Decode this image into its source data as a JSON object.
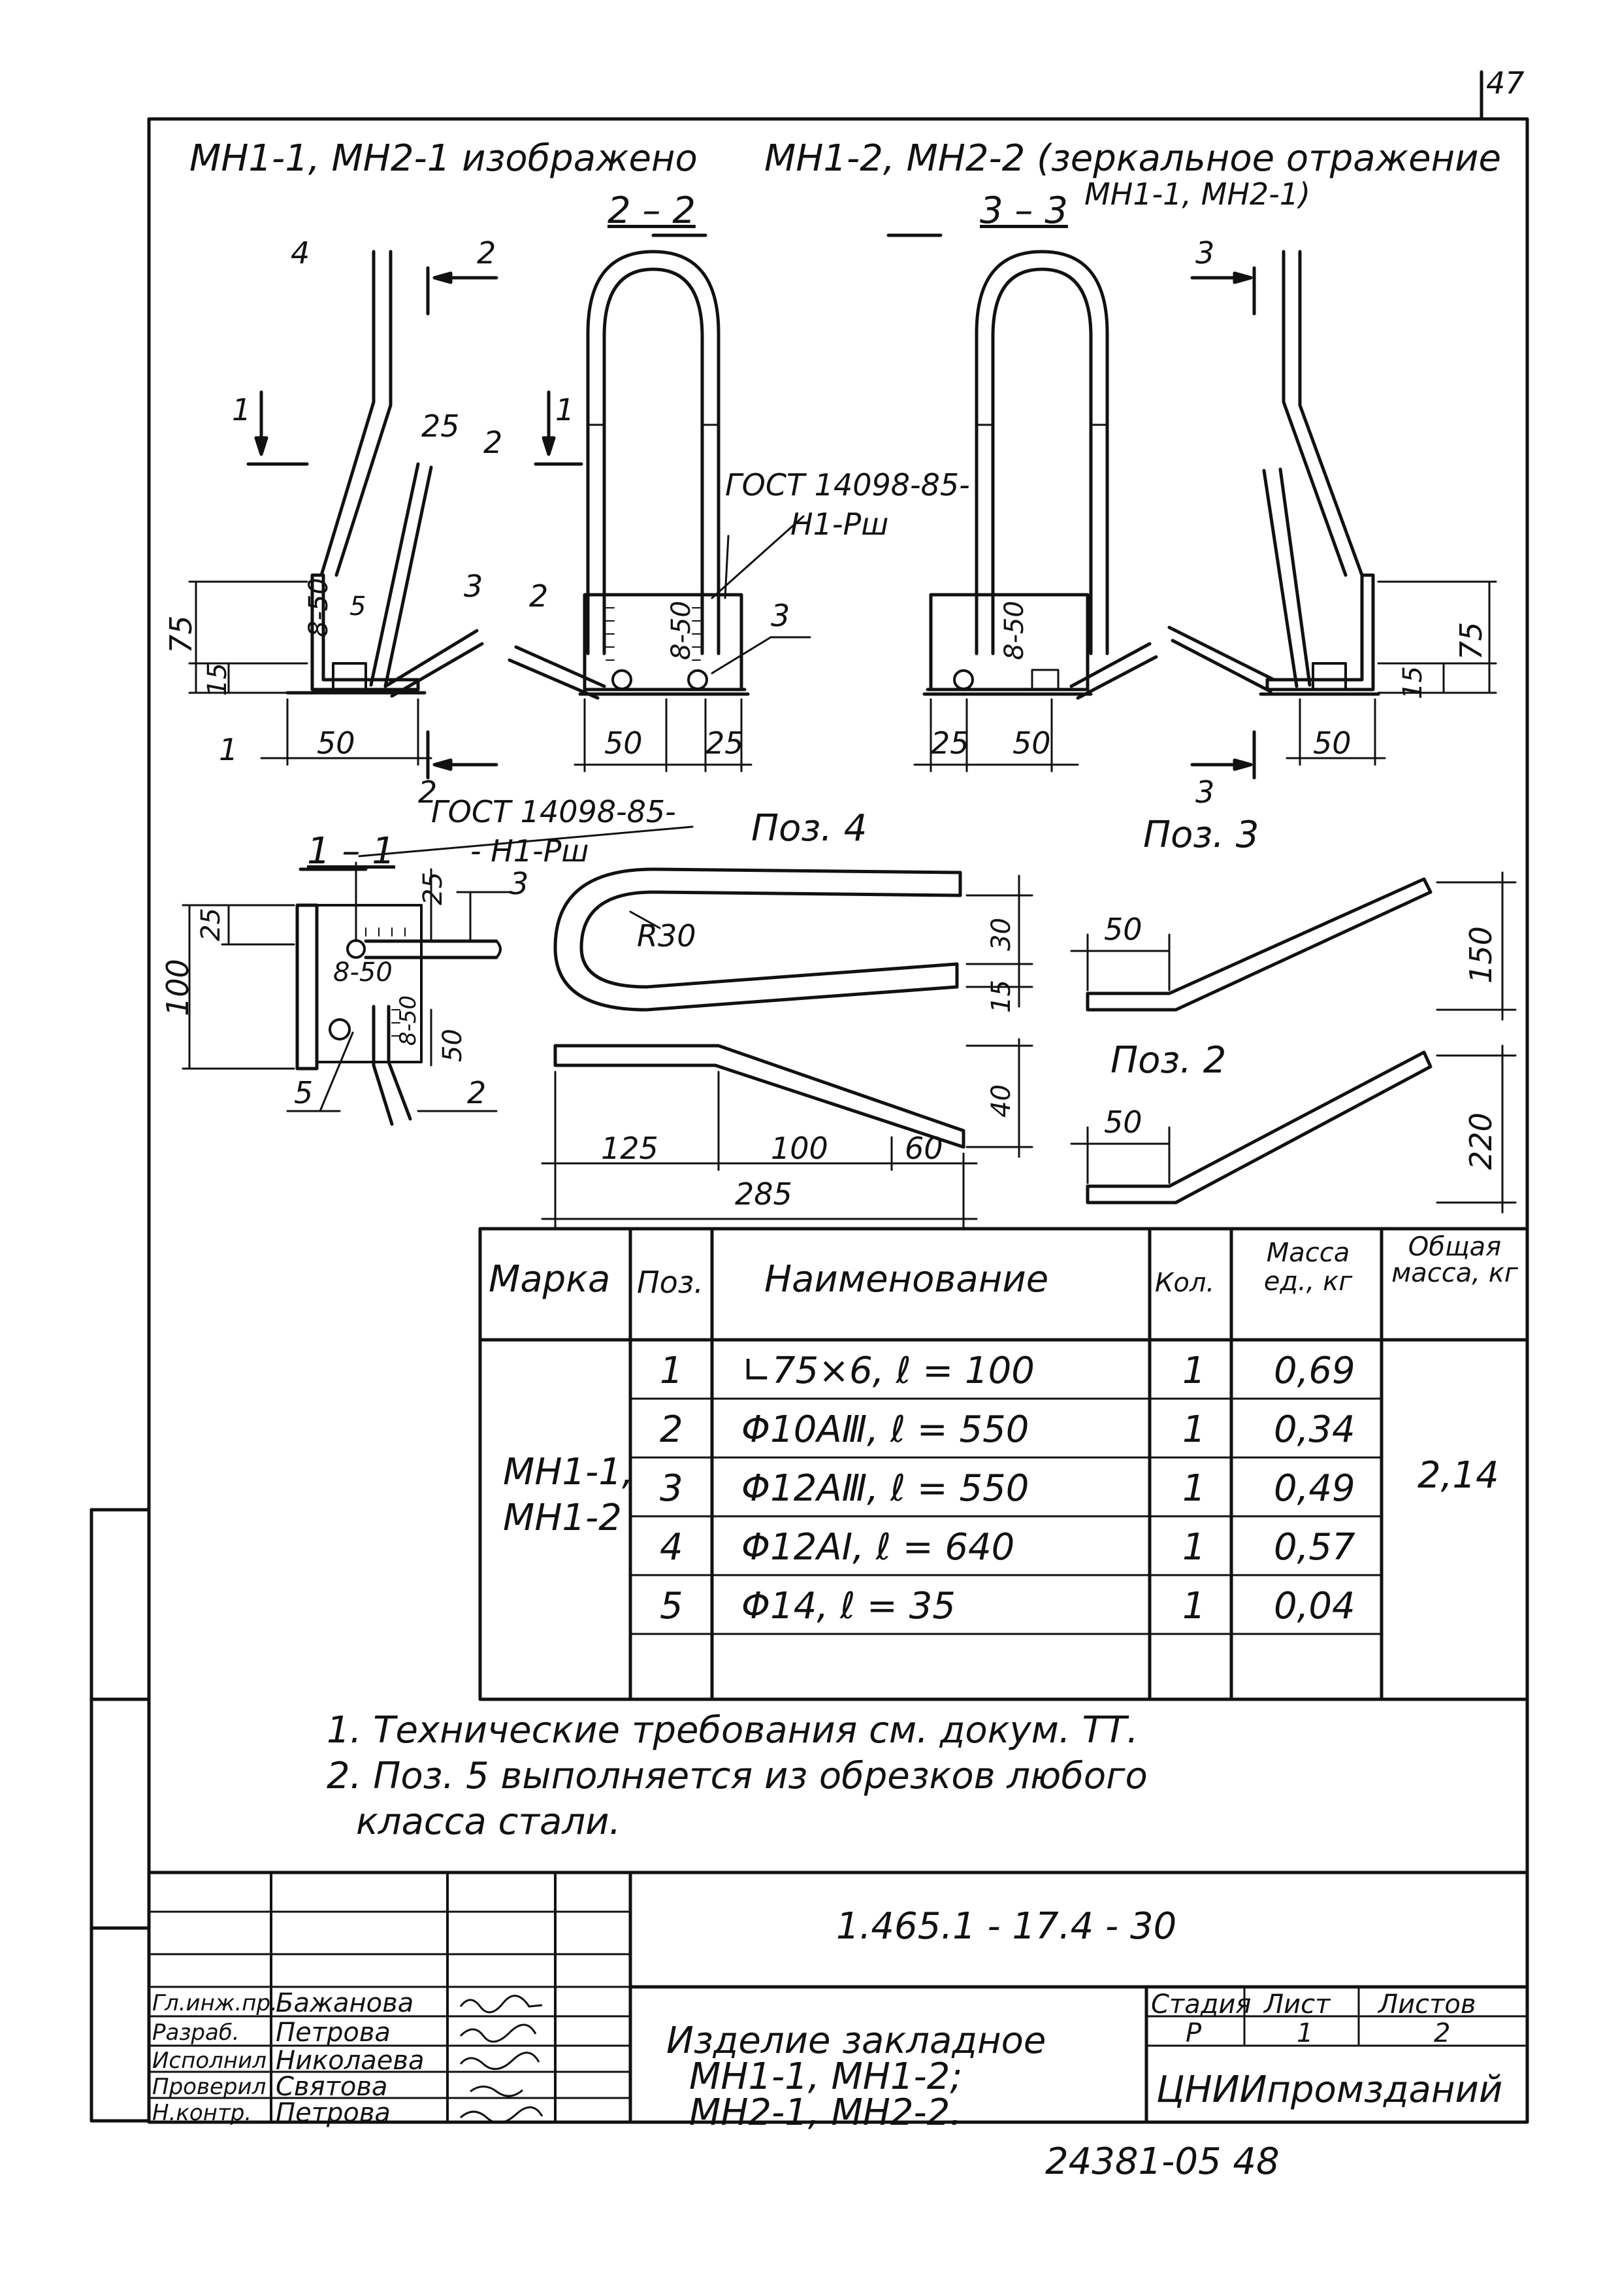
{
  "page_number": "47",
  "header": {
    "left": "МН1-1, МН2-1 изображено",
    "right_line1": "МН1-2, МН2-2 (зеркальное отражение",
    "right_line2": "МН1-1, МН2-1)"
  },
  "sections": {
    "s22": "2 – 2",
    "s33": "3 – 3",
    "s11": "1 – 1",
    "poz4": "Поз. 4",
    "poz3": "Поз. 3",
    "poz2": "Поз. 2"
  },
  "gost_label_a": "ГОСТ 14098-85-",
  "gost_label_b": "Н1-Рш",
  "gost2_label_a": "ГОСТ 14098-85-",
  "gost2_label_b": "- Н1-Рш",
  "dimensions": {
    "d75": "75",
    "d15": "15",
    "d50": "50",
    "d25": "25",
    "d100": "100",
    "d30": "30",
    "d40": "40",
    "d150": "150",
    "d220": "220",
    "d125": "125",
    "d285": "285",
    "d60": "60",
    "r30": "R30",
    "weld": "8-50"
  },
  "callouts": {
    "c1": "1",
    "c2": "2",
    "c3": "3",
    "c4": "4",
    "c5": "5"
  },
  "cut_marks": {
    "k1": "1",
    "k2": "2",
    "k3": "3"
  },
  "table": {
    "headers": {
      "marka": "Марка",
      "poz": "Поз.",
      "name": "Наименование",
      "kol": "Кол.",
      "mass_unit": "Масса ед., кг",
      "mass_total": "Общая масса, кг"
    },
    "marka_value_1": "МН1-1,",
    "marka_value_2": "МН1-2",
    "total_mass": "2,14",
    "rows": [
      {
        "poz": "1",
        "name": "∟75×6,   ℓ = 100",
        "kol": "1",
        "mass": "0,69"
      },
      {
        "poz": "2",
        "name": "Φ10АⅢ,   ℓ = 550",
        "kol": "1",
        "mass": "0,34"
      },
      {
        "poz": "3",
        "name": "Φ12АⅢ,   ℓ = 550",
        "kol": "1",
        "mass": "0,49"
      },
      {
        "poz": "4",
        "name": "Φ12АⅠ,    ℓ = 640",
        "kol": "1",
        "mass": "0,57"
      },
      {
        "poz": "5",
        "name": "Φ14,         ℓ = 35",
        "kol": "1",
        "mass": "0,04"
      }
    ]
  },
  "notes": [
    "1. Технические  требования  см.  докум. ТТ.",
    "2. Поз. 5 выполняется из обрезков любого",
    "класса  стали."
  ],
  "title_block": {
    "doc_code": "1.465.1 - 17.4 - 30",
    "roles": [
      {
        "role": "Гл.инж.пр.",
        "name": "Бажанова"
      },
      {
        "role": "Разраб.",
        "name": "Петрова"
      },
      {
        "role": "Исполнил",
        "name": "Николаева"
      },
      {
        "role": "Проверил",
        "name": "Святова"
      },
      {
        "role": "Н.контр.",
        "name": "Петрова"
      }
    ],
    "title_line1": "Изделие закладное",
    "title_line2": "МН1-1, МН1-2;",
    "title_line3": "МН2-1, МН2-2.",
    "stage_label": "Стадия",
    "sheet_label": "Лист",
    "sheets_label": "Листов",
    "stage": "Р",
    "sheet": "1",
    "sheets": "2",
    "org": "ЦНИИпромзданий"
  },
  "footer_code": "24381-05   48"
}
